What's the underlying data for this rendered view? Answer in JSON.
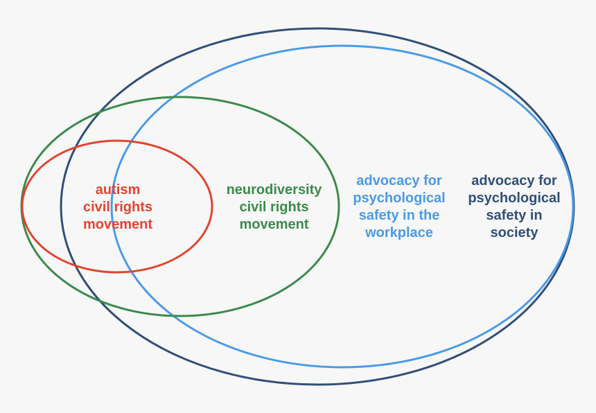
{
  "colors": {
    "background": "#f7f7f7",
    "autism": "#e0452e",
    "neurodiversity": "#3b8a4a",
    "workplace": "#4a9ae8",
    "society": "#2f4f78"
  },
  "sets": {
    "autism": {
      "lines": [
        "autism",
        "civil rights",
        "movement"
      ]
    },
    "neurodiversity": {
      "lines": [
        "neurodiversity",
        "civil rights",
        "movement"
      ]
    },
    "workplace": {
      "lines": [
        "advocacy for",
        "psychological",
        "safety in the",
        "workplace"
      ]
    },
    "society": {
      "lines": [
        "advocacy for",
        "psychological",
        "safety in",
        "society"
      ]
    }
  }
}
